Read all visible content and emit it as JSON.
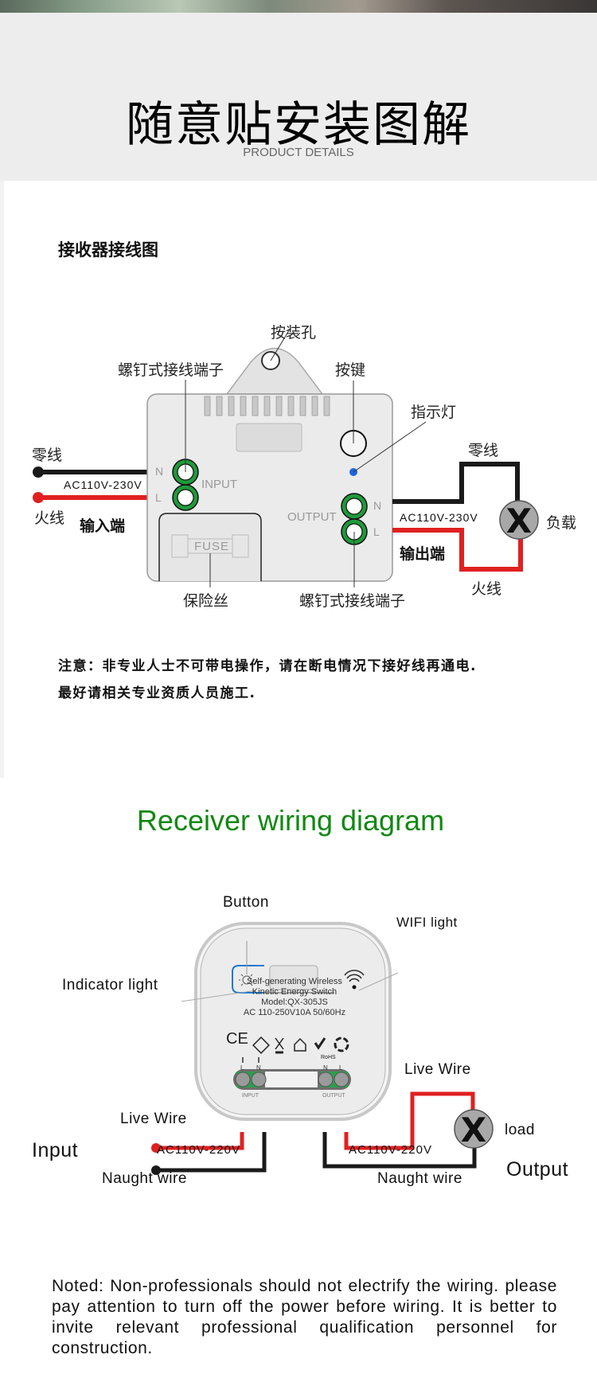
{
  "header": {
    "title": "随意贴安装图解",
    "subtitle": "PRODUCT DETAILS"
  },
  "cn_section": {
    "heading": "接收器接线图",
    "labels": {
      "mounting_hole": "按装孔",
      "screw_terminal_top": "螺钉式接线端子",
      "button": "按键",
      "indicator": "指示灯",
      "neutral_left": "零线",
      "live_left": "火线",
      "input_end": "输入端",
      "neutral_right": "零线",
      "live_right": "火线",
      "output_end": "输出端",
      "load": "负载",
      "fuse_label": "保险丝",
      "screw_terminal_bottom": "螺钉式接线端子",
      "voltage_in": "AC110V-230V",
      "voltage_out": "AC110V-230V",
      "input_marking": "INPUT",
      "output_marking": "OUTPUT",
      "fuse_marking": "FUSE",
      "n": "N",
      "l": "L"
    },
    "note_lines": [
      "注意：非专业人士不可带电操作，请在断电情况下接好线再通电.",
      "最好请相关专业资质人员施工."
    ]
  },
  "en_section": {
    "heading": "Receiver wiring diagram",
    "labels": {
      "button": "Button",
      "wifi_light": "WIFI light",
      "indicator_light": "Indicator light",
      "live_wire_in": "Live Wire",
      "naught_wire_in": "Naught wire",
      "input": "Input",
      "voltage_in": "AC110V-220V",
      "live_wire_out": "Live Wire",
      "naught_wire_out": "Naught wire",
      "output": "Output",
      "load": "load",
      "voltage_out": "AC110V-220V"
    },
    "device": {
      "line1": "Self-generating Wireless",
      "line2": "Kinetic Energy Switch",
      "line3": "Model:QX-305JS",
      "line4": "AC 110-250V10A 50/60Hz",
      "cert_ce": "CE",
      "cert_rohs": "RoHS",
      "in_l": "L",
      "in_n": "N",
      "out_n": "N",
      "out_l": "L",
      "input_marking": "INPUT",
      "output_marking": "OUTPUT"
    },
    "note": "Noted: Non-professionals should not electrify the wiring. please pay attention to turn off the power before wiring. It is better to invite relevant professional qualification personnel for construction."
  },
  "colors": {
    "live_wire": "#e02020",
    "neutral_wire": "#1a1a1a",
    "terminal_green": "#1e9a3a",
    "indicator_blue": "#1a66e0",
    "heading_green": "#118811",
    "header_bg": "#ededed"
  }
}
